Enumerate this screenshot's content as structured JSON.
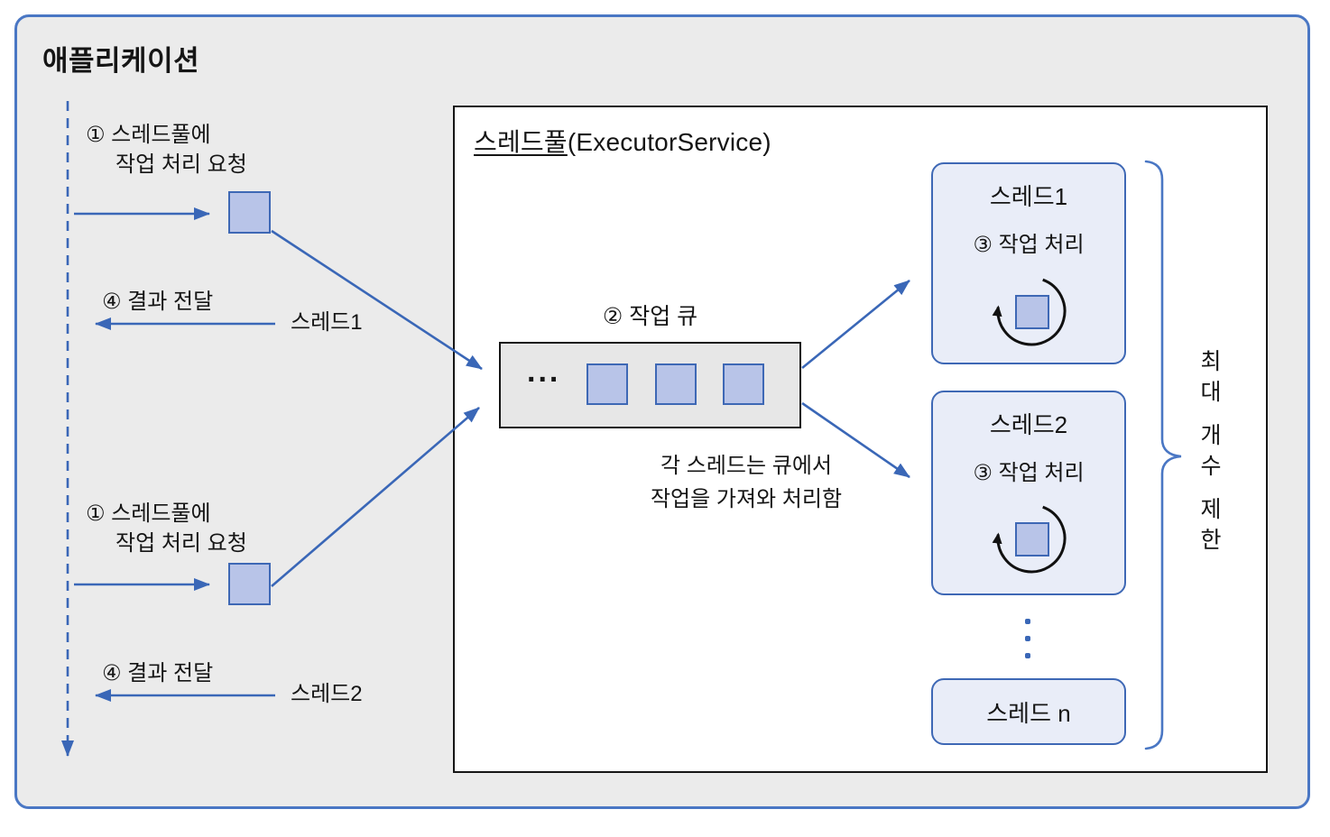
{
  "app": {
    "title": "애플리케이션"
  },
  "left_flow": {
    "request1": {
      "line1": "① 스레드풀에",
      "line2": "작업 처리 요청"
    },
    "result1": {
      "label": "④ 결과 전달",
      "source": "스레드1"
    },
    "request2": {
      "line1": "① 스레드풀에",
      "line2": "작업 처리 요청"
    },
    "result2": {
      "label": "④ 결과 전달",
      "source": "스레드2"
    }
  },
  "pool": {
    "title_name": "스레드풀",
    "title_suffix": "(ExecutorService)",
    "queue": {
      "label": "② 작업 큐",
      "ellipsis": "...",
      "note_line1": "각 스레드는 큐에서",
      "note_line2": "작업을 가져와 처리함"
    },
    "threads": [
      {
        "title": "스레드1",
        "subtitle": "③ 작업 처리"
      },
      {
        "title": "스레드2",
        "subtitle": "③ 작업 처리"
      }
    ],
    "thread_n": {
      "title": "스레드 n"
    },
    "limit": {
      "groups": [
        "최대",
        "개수",
        "제한"
      ]
    }
  },
  "colors": {
    "outer_bg": "#ebebeb",
    "outer_border": "#4a77c4",
    "pool_bg": "#ffffff",
    "dark_border": "#161616",
    "queue_bg": "#e7e7e7",
    "task_fill": "#b8c4e8",
    "task_border": "#3e68b5",
    "thread_box_fill": "#e9edf8",
    "arrow_blue": "#3a67b7",
    "loop_arrow_black": "#111111",
    "text": "#151515"
  }
}
